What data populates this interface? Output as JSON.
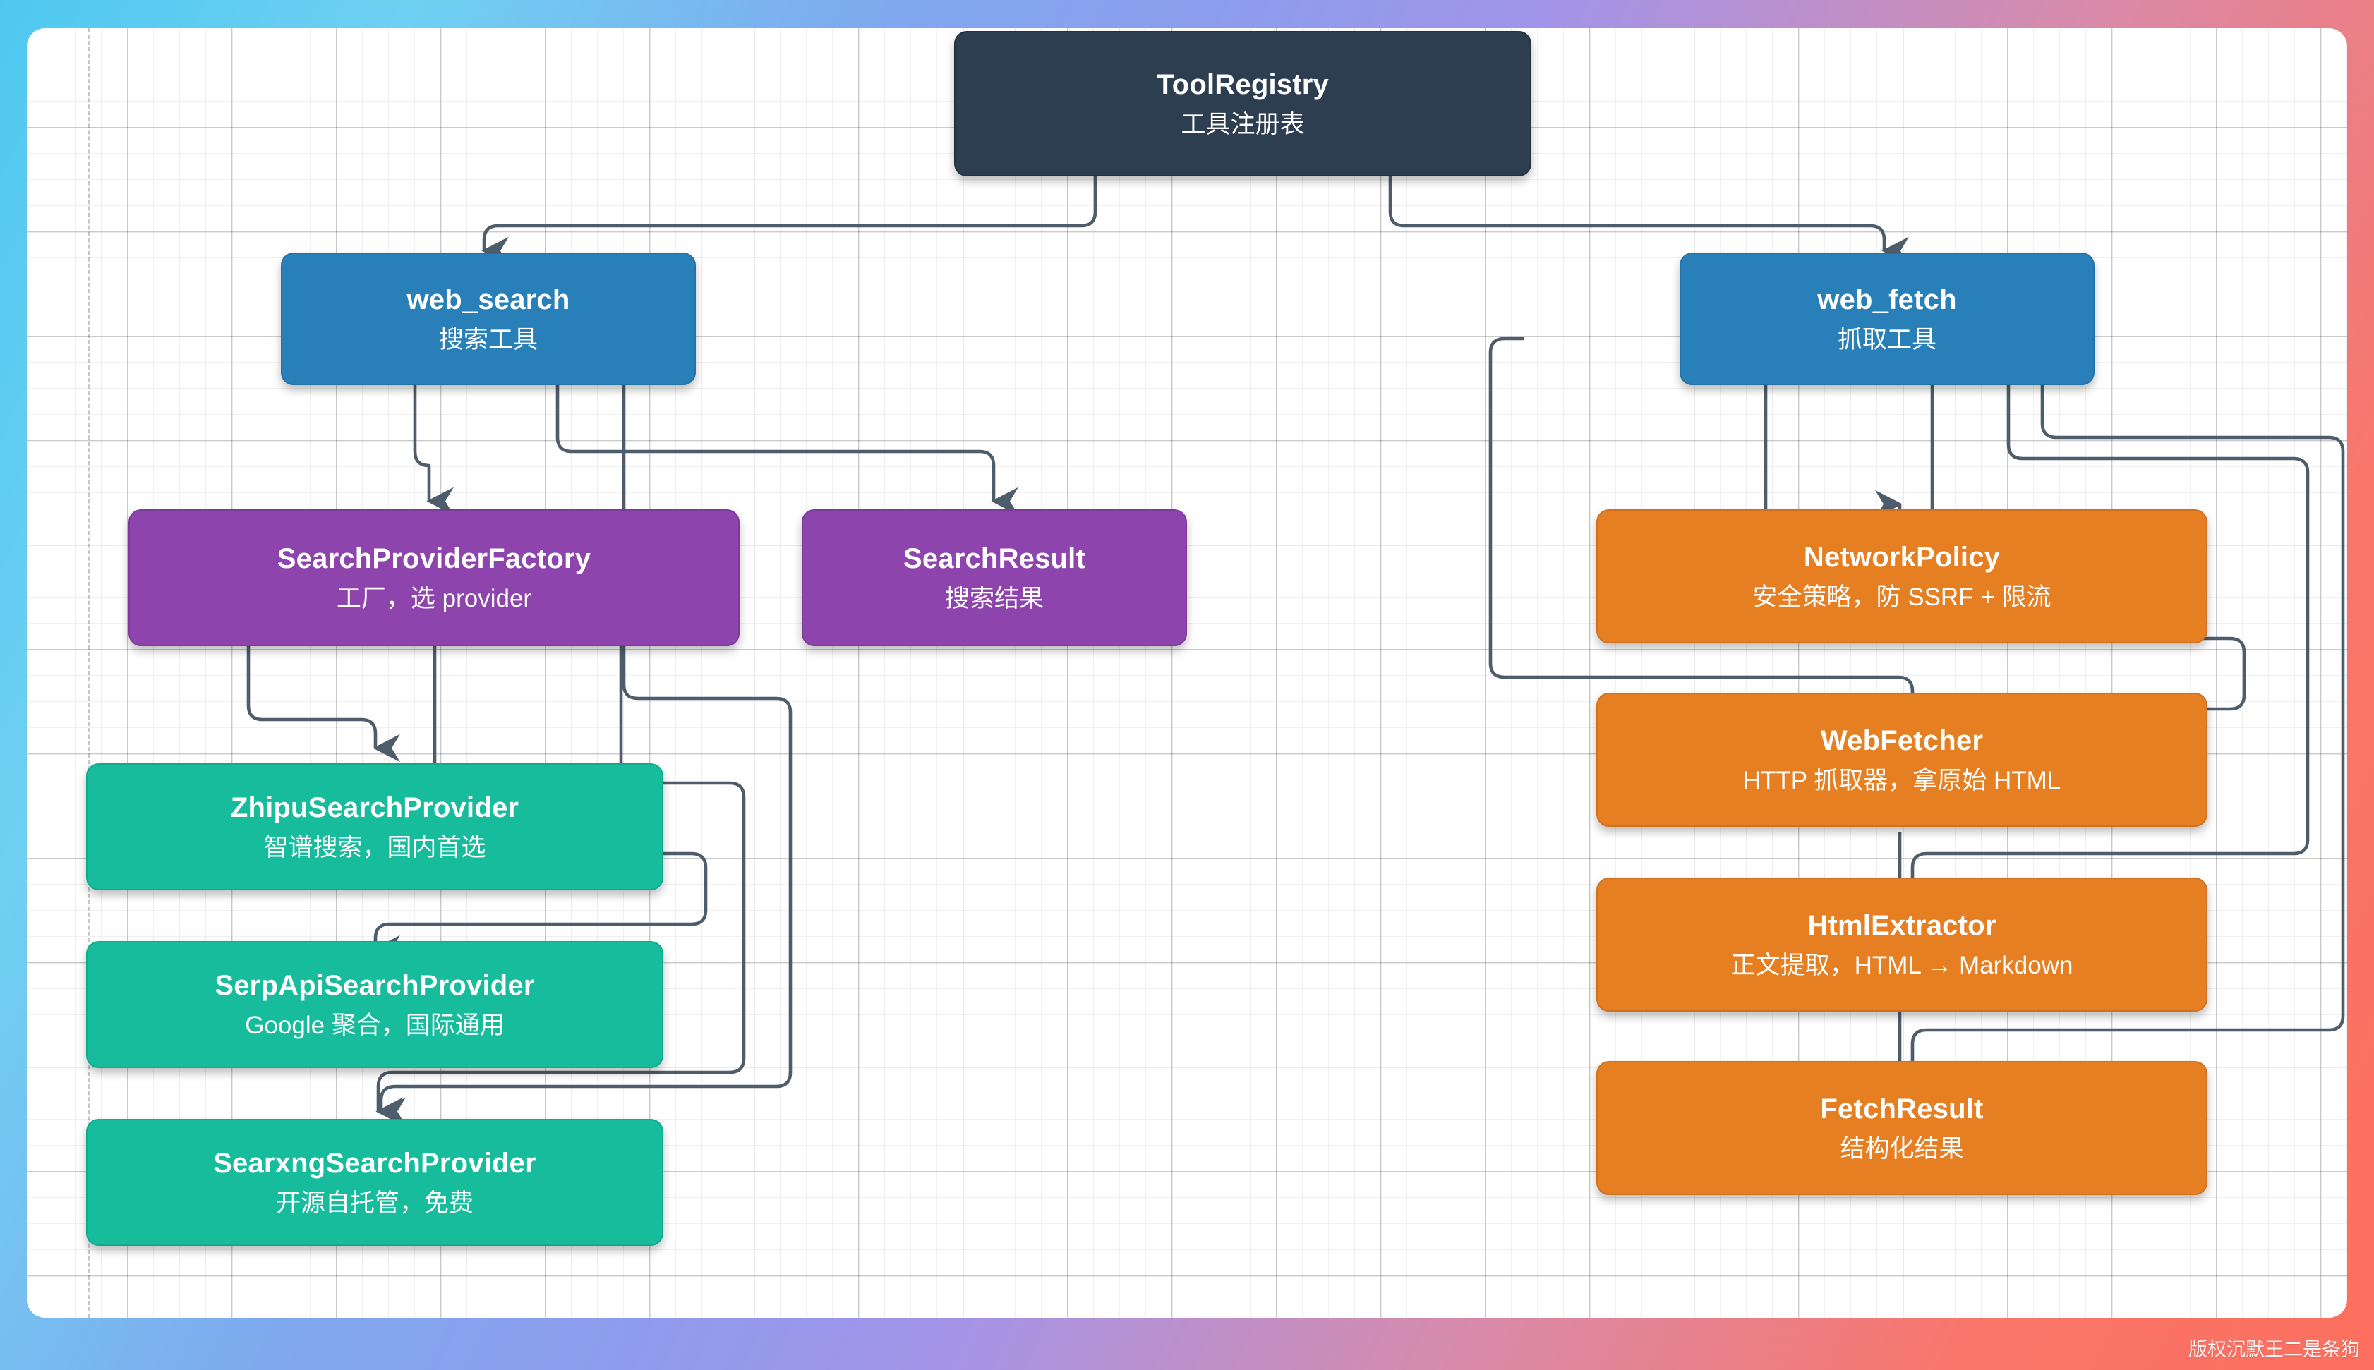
{
  "diagram": {
    "type": "flowchart",
    "direction": "top-down",
    "watermark": "版权沉默王二是条狗",
    "palette": {
      "background_gradient_start": "#4fc8f0",
      "background_gradient_mid": "#a394e8",
      "background_gradient_end": "#fd6f5e",
      "canvas": "#ffffff",
      "root": "#2d3e50",
      "tool": "#2980b9",
      "core": "#8e44ad",
      "provider": "#16bc9c",
      "fetch": "#e67e22",
      "edge": "#4e5d6c"
    },
    "nodes": [
      {
        "id": "toolregistry",
        "title": "ToolRegistry",
        "sub": "工具注册表"
      },
      {
        "id": "web_search",
        "title": "web_search",
        "sub": "搜索工具"
      },
      {
        "id": "web_fetch",
        "title": "web_fetch",
        "sub": "抓取工具"
      },
      {
        "id": "factory",
        "title": "SearchProviderFactory",
        "sub": "工厂，选 provider"
      },
      {
        "id": "searchresult",
        "title": "SearchResult",
        "sub": "搜索结果"
      },
      {
        "id": "zhipu",
        "title": "ZhipuSearchProvider",
        "sub": "智谱搜索，国内首选"
      },
      {
        "id": "serpapi",
        "title": "SerpApiSearchProvider",
        "sub": "Google 聚合，国际通用"
      },
      {
        "id": "searxng",
        "title": "SearxngSearchProvider",
        "sub": "开源自托管，免费"
      },
      {
        "id": "netpolicy",
        "title": "NetworkPolicy",
        "sub": "安全策略，防 SSRF + 限流"
      },
      {
        "id": "webfetcher",
        "title": "WebFetcher",
        "sub": "HTTP 抓取器，拿原始 HTML"
      },
      {
        "id": "htmlextract",
        "title": "HtmlExtractor",
        "sub": "正文提取，HTML → Markdown"
      },
      {
        "id": "fetchresult",
        "title": "FetchResult",
        "sub": "结构化结果"
      }
    ],
    "edges": [
      {
        "from": "toolregistry",
        "to": "web_search"
      },
      {
        "from": "toolregistry",
        "to": "web_fetch"
      },
      {
        "from": "web_search",
        "to": "factory"
      },
      {
        "from": "web_search",
        "to": "searchresult"
      },
      {
        "from": "web_search",
        "to": "searxng"
      },
      {
        "from": "factory",
        "to": "zhipu"
      },
      {
        "from": "factory",
        "to": "serpapi"
      },
      {
        "from": "factory",
        "to": "searxng"
      },
      {
        "from": "web_fetch",
        "to": "netpolicy"
      },
      {
        "from": "web_fetch",
        "to": "webfetcher"
      },
      {
        "from": "web_fetch",
        "to": "htmlextract"
      },
      {
        "from": "web_fetch",
        "to": "fetchresult"
      },
      {
        "from": "netpolicy",
        "to": "webfetcher"
      },
      {
        "from": "webfetcher",
        "to": "htmlextract"
      },
      {
        "from": "htmlextract",
        "to": "fetchresult"
      }
    ]
  }
}
